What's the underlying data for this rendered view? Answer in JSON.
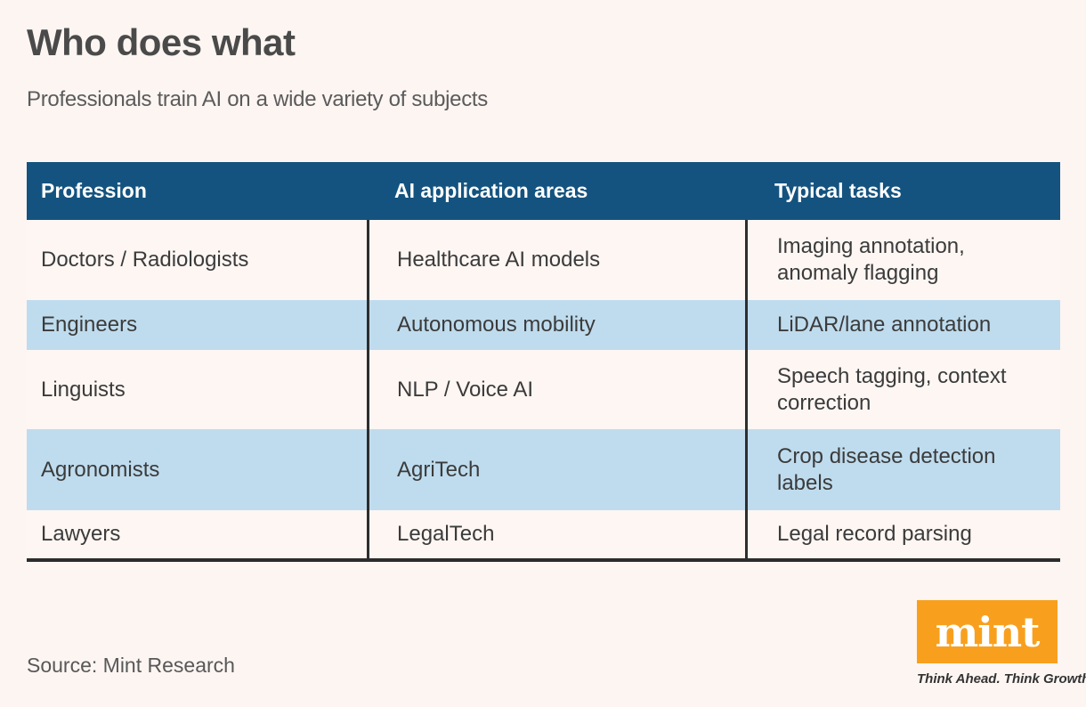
{
  "page": {
    "title": "Who does what",
    "subtitle": "Professionals train AI on a wide variety of subjects",
    "source": "Source: Mint Research"
  },
  "chart_data": {
    "type": "table",
    "title": "Who does what",
    "subtitle": "Professionals train AI on a wide variety of subjects",
    "columns": [
      "Profession",
      "AI application areas",
      "Typical tasks"
    ],
    "rows": [
      {
        "profession": "Doctors / Radiologists",
        "ai_area": "Healthcare AI models",
        "tasks": "Imaging annotation, anomaly flagging"
      },
      {
        "profession": "Engineers",
        "ai_area": "Autonomous mobility",
        "tasks": "LiDAR/lane annotation"
      },
      {
        "profession": "Linguists",
        "ai_area": "NLP / Voice AI",
        "tasks": "Speech tagging, context correction"
      },
      {
        "profession": "Agronomists",
        "ai_area": "AgriTech",
        "tasks": "Crop disease detection labels"
      },
      {
        "profession": "Lawyers",
        "ai_area": "LegalTech",
        "tasks": "Legal record parsing"
      }
    ],
    "layout": {
      "header_style": "dark-blue band, white bold text",
      "zebra_rows": "rows 2 and 4 highlighted light blue",
      "grid": "vertical dividers between columns in body only, thick dark bottom rule"
    }
  },
  "branding": {
    "logo_text": "mint",
    "tagline": "Think Ahead. Think Growth."
  },
  "colors": {
    "page_bg": "#fcf5f2",
    "header_bg": "#14537f",
    "row_bg": "#fdf6f3",
    "row_alt_bg": "#bfdcee",
    "rule_dark": "#2c2c2c",
    "logo_orange": "#f8a01d",
    "text_dark": "#3b3b3b"
  }
}
